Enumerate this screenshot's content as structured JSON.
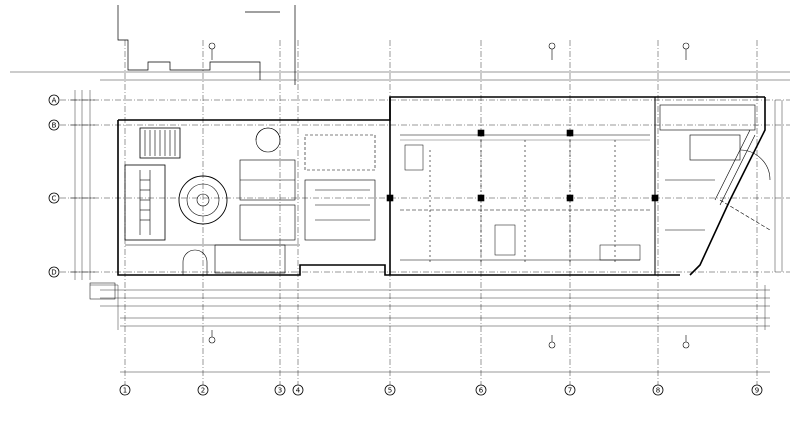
{
  "drawing": {
    "column_grid_labels": [
      "1",
      "2",
      "3",
      "4",
      "5",
      "6",
      "7",
      "8",
      "9"
    ],
    "row_grid_labels": [
      "A",
      "B",
      "C",
      "D"
    ],
    "ink_color": "#000000",
    "paper_color": "#ffffff"
  }
}
